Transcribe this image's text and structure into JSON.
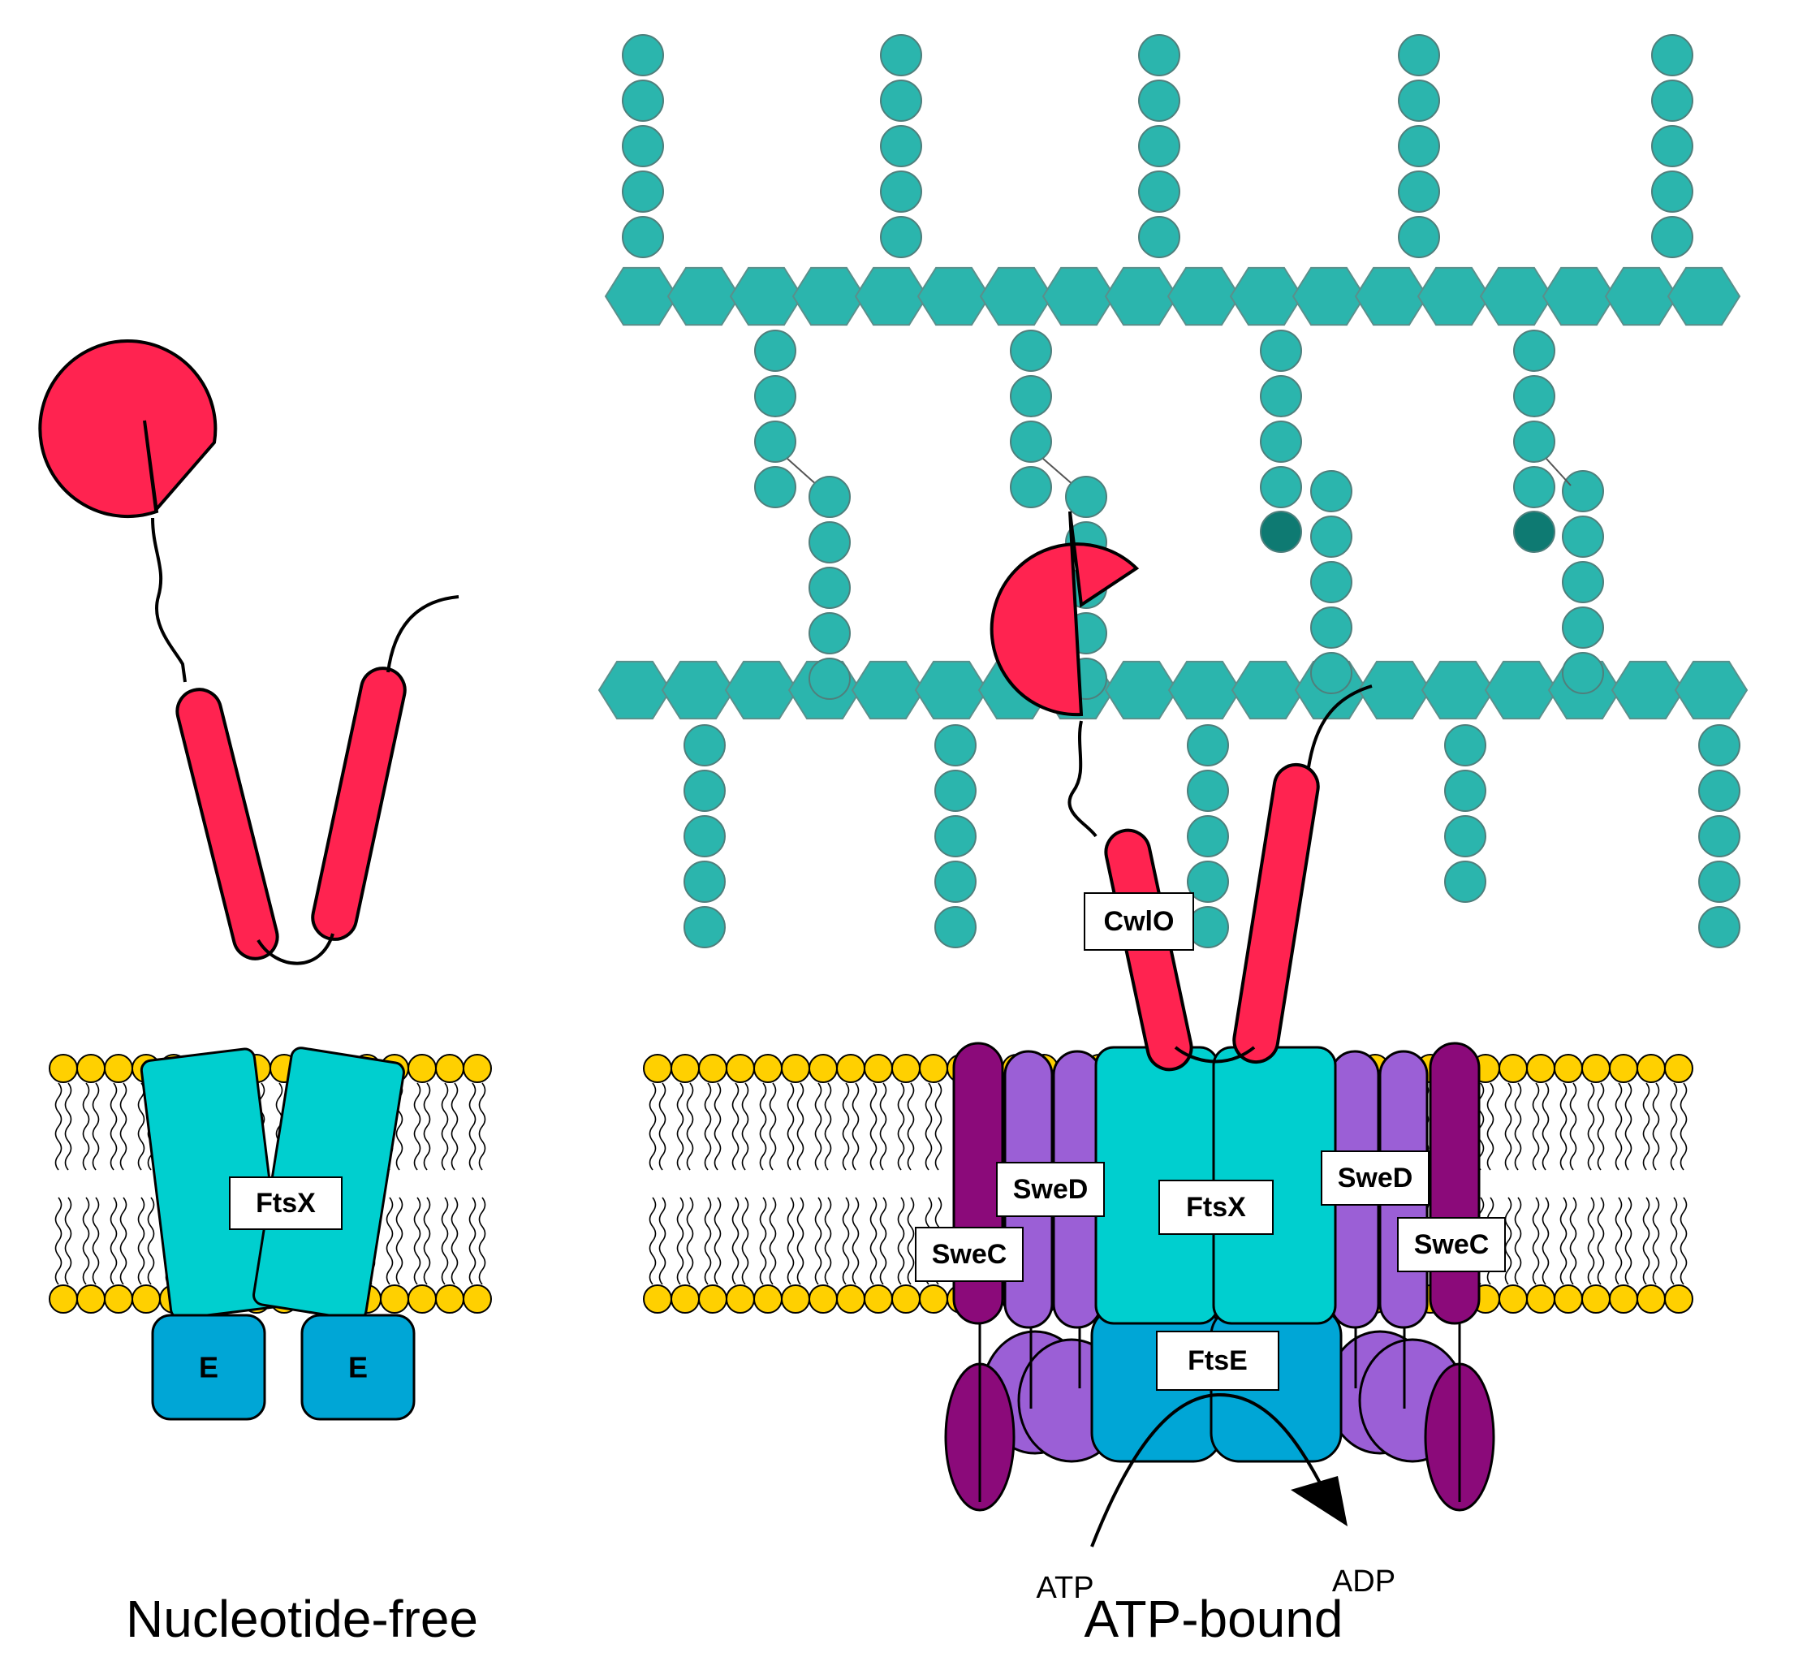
{
  "panels": {
    "left": {
      "caption": "Nucleotide-free",
      "ftsx_label": "FtsX",
      "ftse_label_1": "E",
      "ftse_label_2": "E"
    },
    "right": {
      "caption": "ATP-bound",
      "cwlo_label": "CwlO",
      "ftsx_label": "FtsX",
      "ftse_label": "FtsE",
      "swed_left": "SweD",
      "swed_right": "SweD",
      "swec_left": "SweC",
      "swec_right": "SweC",
      "atp_label": "ATP",
      "adp_label": "ADP"
    }
  },
  "colors": {
    "peptidoglycan": "#2bb5ad",
    "peptidoglycan_dark": "#0e7a72",
    "cwlo": "#ff2350",
    "ftsx": "#00cfcf",
    "ftse": "#00a6d6",
    "swed": "#9b5fd6",
    "swec": "#8b0a7a",
    "lipid_head": "#ffd000"
  }
}
